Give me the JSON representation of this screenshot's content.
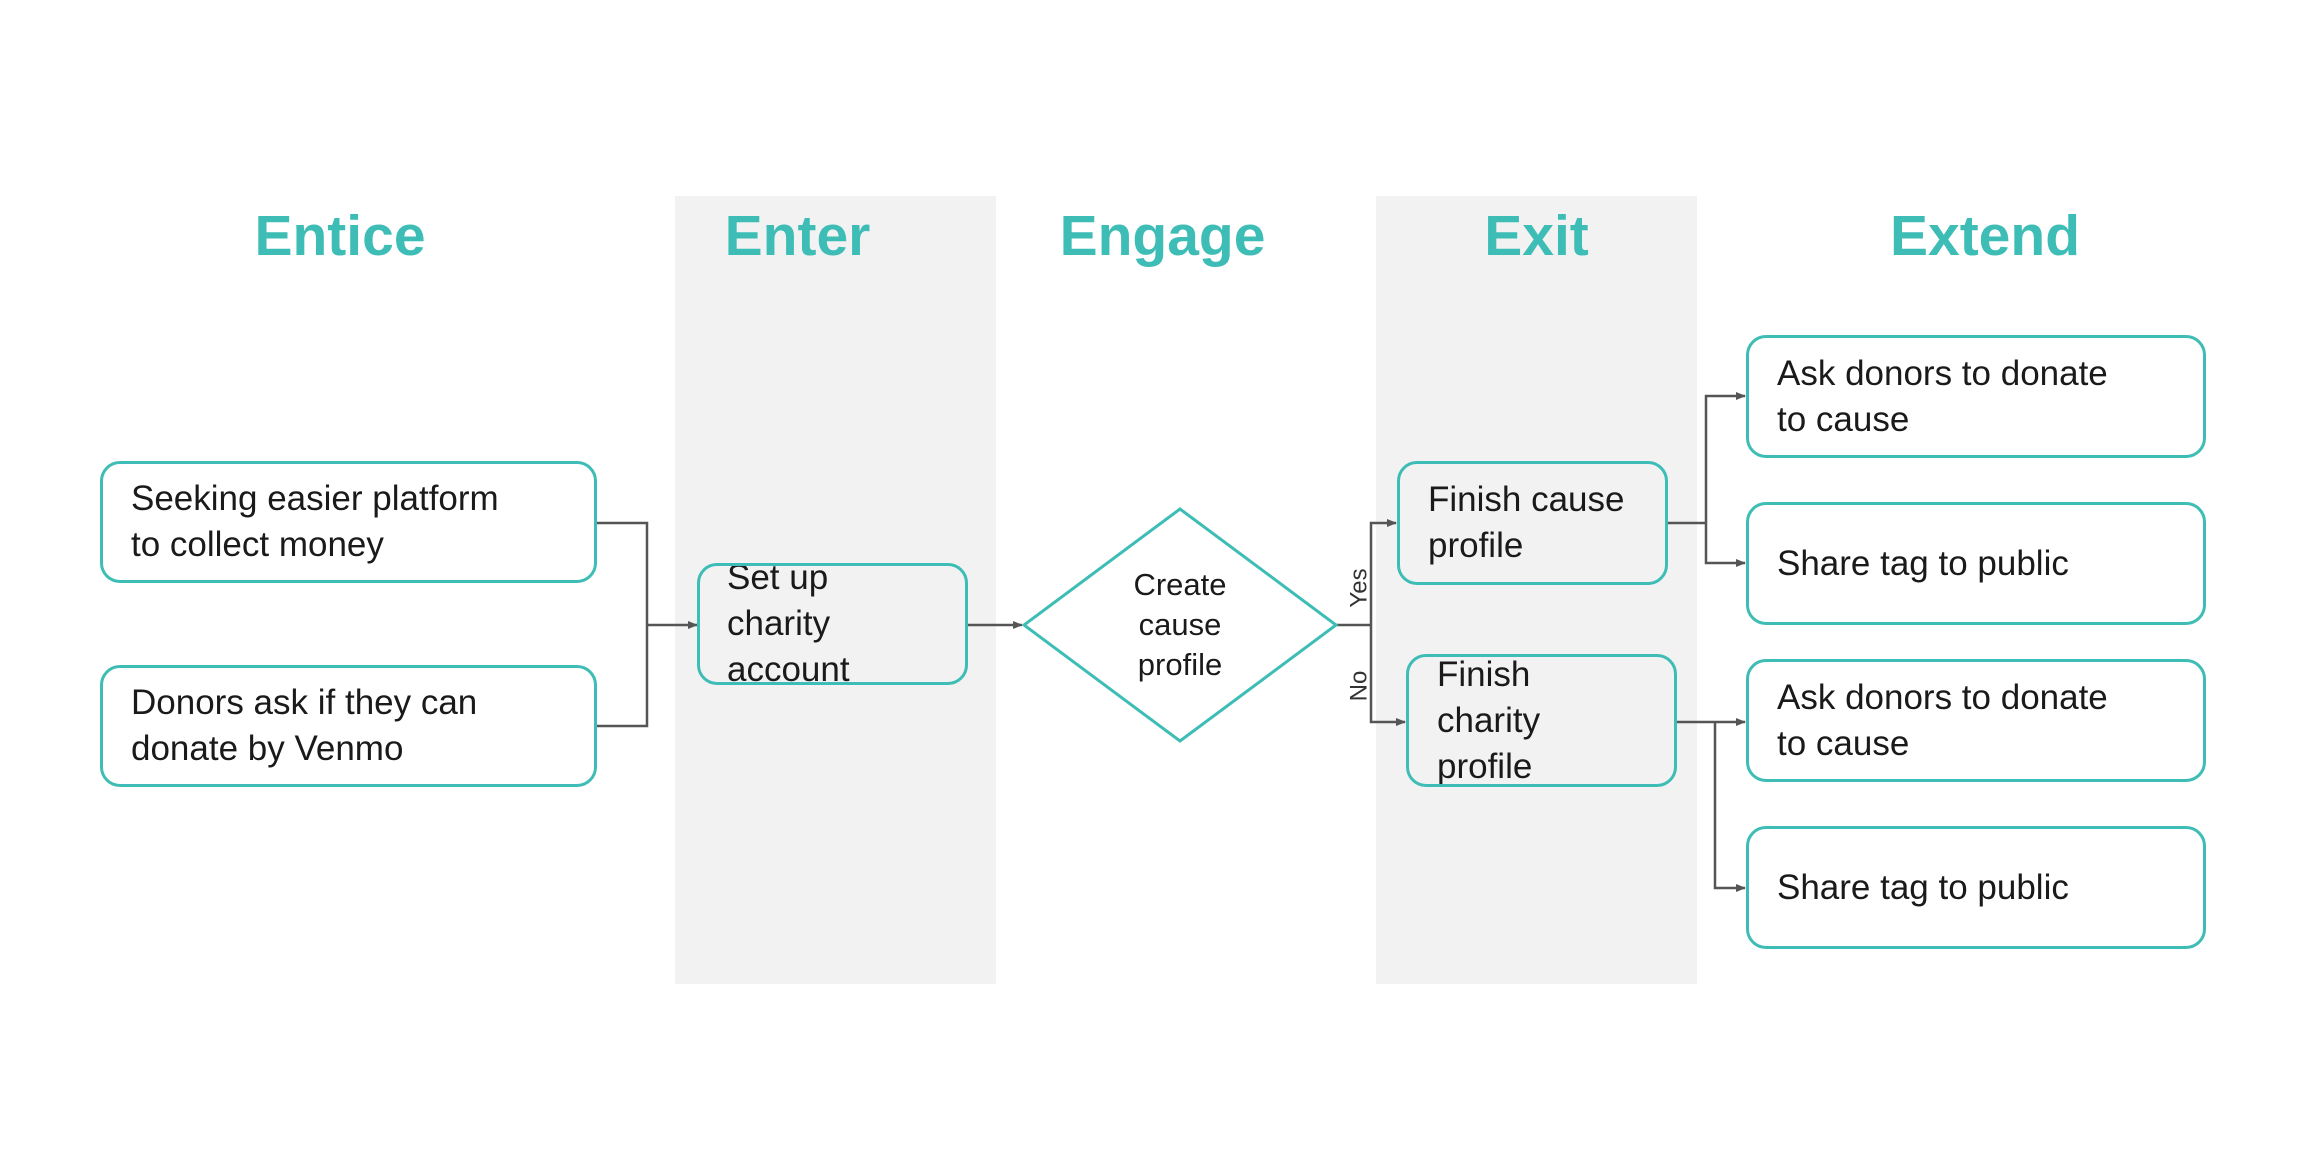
{
  "stages": {
    "entice": "Entice",
    "enter": "Enter",
    "engage": "Engage",
    "exit": "Exit",
    "extend": "Extend"
  },
  "nodes": {
    "seeking_platform": "Seeking easier platform\nto collect money",
    "donors_venmo": "Donors ask if they can\ndonate by Venmo",
    "set_up_account": "Set up\ncharity\naccount",
    "create_cause_profile": "Create\ncause\nprofile",
    "finish_cause_profile": "Finish cause\nprofile",
    "finish_charity_profile": "Finish\ncharity\nprofile",
    "ask_donors_1": "Ask donors to donate\nto cause",
    "share_tag_1": "Share tag to public",
    "ask_donors_2": "Ask donors to donate\nto cause",
    "share_tag_2": "Share tag to public"
  },
  "branches": {
    "yes": "Yes",
    "no": "No"
  },
  "colors": {
    "accent": "#3dbdb5",
    "band": "#f2f2f2",
    "connector": "#555555"
  }
}
